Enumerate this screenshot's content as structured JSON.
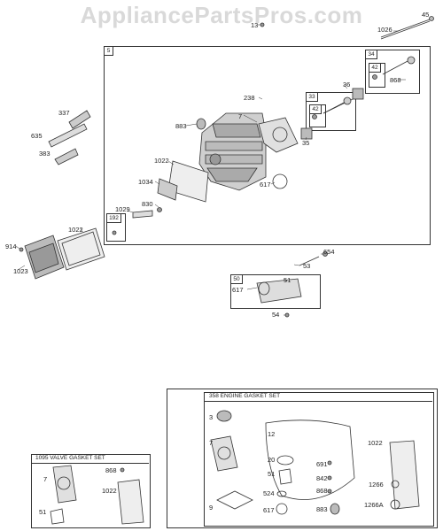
{
  "watermark": "AppliancePartsPros.com",
  "assemblies": {
    "main_id": "5",
    "sub_34": "34",
    "sub_42a": "42",
    "sub_33": "33",
    "sub_42b": "42",
    "sub_192": "192",
    "sub_50": "50",
    "engine_gasket_set": "358 ENGINE GASKET SET",
    "valve_gasket_set": "1095 VALVE GASKET SET"
  },
  "parts": {
    "p13": "13",
    "p45": "45",
    "p1026": "1026",
    "p868a": "868",
    "p36": "36",
    "p238": "238",
    "p337": "337",
    "p635": "635",
    "p883a": "883",
    "p7a": "7",
    "p35": "35",
    "p383": "383",
    "p1022a": "1022",
    "p1034": "1034",
    "p617a": "617",
    "p830": "830",
    "p1029": "1029",
    "p1022b": "1022",
    "p914": "914",
    "p1023": "1023",
    "p654": "654",
    "p53": "53",
    "p617b": "617",
    "p51a": "51",
    "p54": "54",
    "p3": "3",
    "p7b": "7",
    "p12": "12",
    "p20": "20",
    "p691": "691",
    "p1022c": "1022",
    "p51b": "51",
    "p842": "842",
    "p1266": "1266",
    "p9": "9",
    "p524": "524",
    "p868b": "868",
    "p617c": "617",
    "p883b": "883",
    "p1266A": "1266A",
    "p868c": "868",
    "p7c": "7",
    "p1022d": "1022",
    "p51c": "51"
  }
}
